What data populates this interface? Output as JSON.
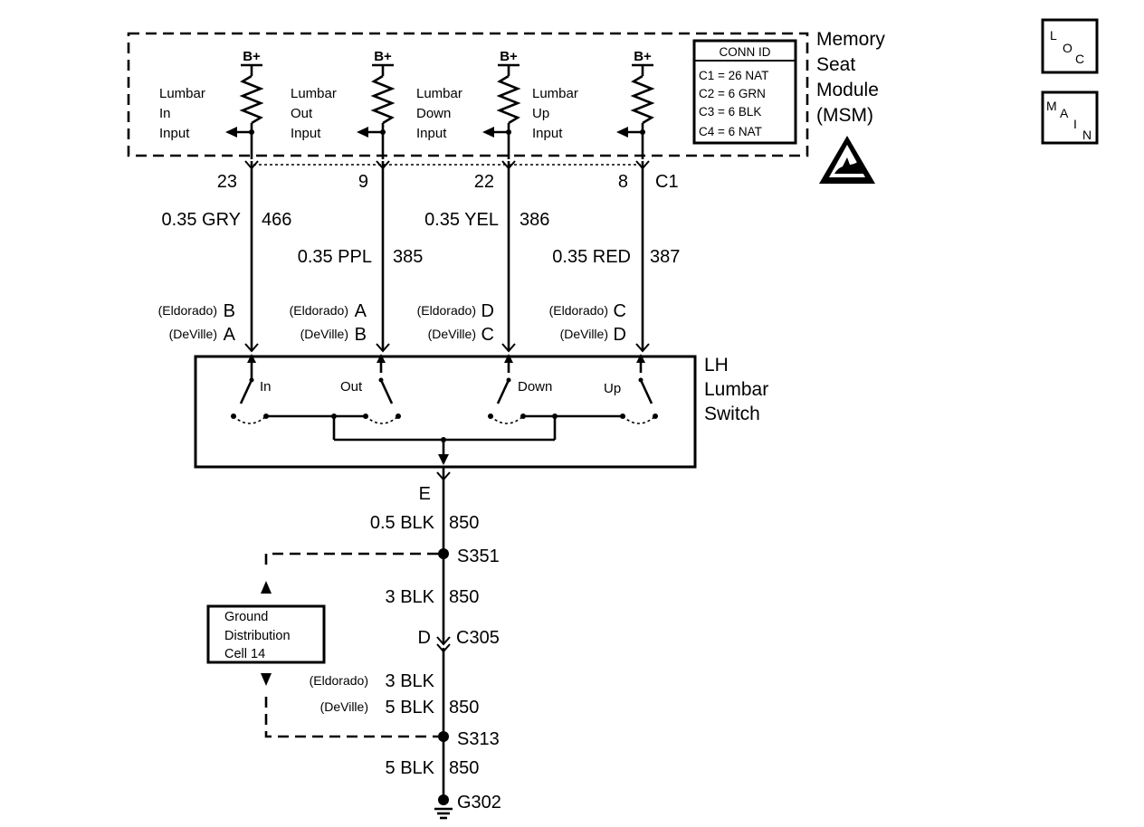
{
  "module": {
    "name_lines": [
      "Memory",
      "Seat",
      "Module",
      "(MSM)"
    ],
    "inputs": [
      {
        "label_lines": [
          "Lumbar",
          "In",
          "Input"
        ],
        "supply": "B+"
      },
      {
        "label_lines": [
          "Lumbar",
          "Out",
          "Input"
        ],
        "supply": "B+"
      },
      {
        "label_lines": [
          "Lumbar",
          "Down",
          "Input"
        ],
        "supply": "B+"
      },
      {
        "label_lines": [
          "Lumbar",
          "Up",
          "Input"
        ],
        "supply": "B+"
      }
    ],
    "conn_id": {
      "title": "CONN ID",
      "rows": [
        "C1 = 26 NAT",
        "C2 = 6 GRN",
        "C3 = 6 BLK",
        "C4 = 6 NAT"
      ]
    }
  },
  "side_icons": {
    "loc": {
      "letters": [
        "L",
        "O",
        "C"
      ]
    },
    "main": {
      "letters": [
        "M",
        "A",
        "I",
        "N"
      ]
    }
  },
  "wires": [
    {
      "pin": "23",
      "gauge": "0.35 GRY",
      "circuit": "466",
      "eldorado_label": "(Eldorado)",
      "eldorado_pin": "B",
      "deville_label": "(DeVille)",
      "deville_pin": "A"
    },
    {
      "pin": "9",
      "gauge": "0.35 PPL",
      "circuit": "385",
      "eldorado_label": "(Eldorado)",
      "eldorado_pin": "A",
      "deville_label": "(DeVille)",
      "deville_pin": "B"
    },
    {
      "pin": "22",
      "gauge": "0.35 YEL",
      "circuit": "386",
      "eldorado_label": "(Eldorado)",
      "eldorado_pin": "D",
      "deville_label": "(DeVille)",
      "deville_pin": "C"
    },
    {
      "pin": "8",
      "gauge": "0.35 RED",
      "circuit": "387",
      "eldorado_label": "(Eldorado)",
      "eldorado_pin": "C",
      "deville_label": "(DeVille)",
      "deville_pin": "D"
    }
  ],
  "connector_c1": "C1",
  "switch": {
    "name_lines": [
      "LH",
      "Lumbar",
      "Switch"
    ],
    "positions": [
      "In",
      "Out",
      "Down",
      "Up"
    ]
  },
  "ground_path": {
    "switch_pin": "E",
    "seg1": {
      "gauge": "0.5 BLK",
      "circuit": "850"
    },
    "splice1": "S351",
    "seg2": {
      "gauge": "3 BLK",
      "circuit": "850"
    },
    "c305_pin": "D",
    "c305": "C305",
    "seg3": {
      "eldorado_label": "(Eldorado)",
      "eldorado_gauge": "3 BLK",
      "deville_label": "(DeVille)",
      "deville_gauge": "5 BLK",
      "circuit": "850"
    },
    "splice2": "S313",
    "seg4": {
      "gauge": "5 BLK",
      "circuit": "850"
    },
    "ground": "G302"
  },
  "ground_cell": {
    "label_lines": [
      "Ground",
      "Distribution",
      "Cell 14"
    ]
  }
}
